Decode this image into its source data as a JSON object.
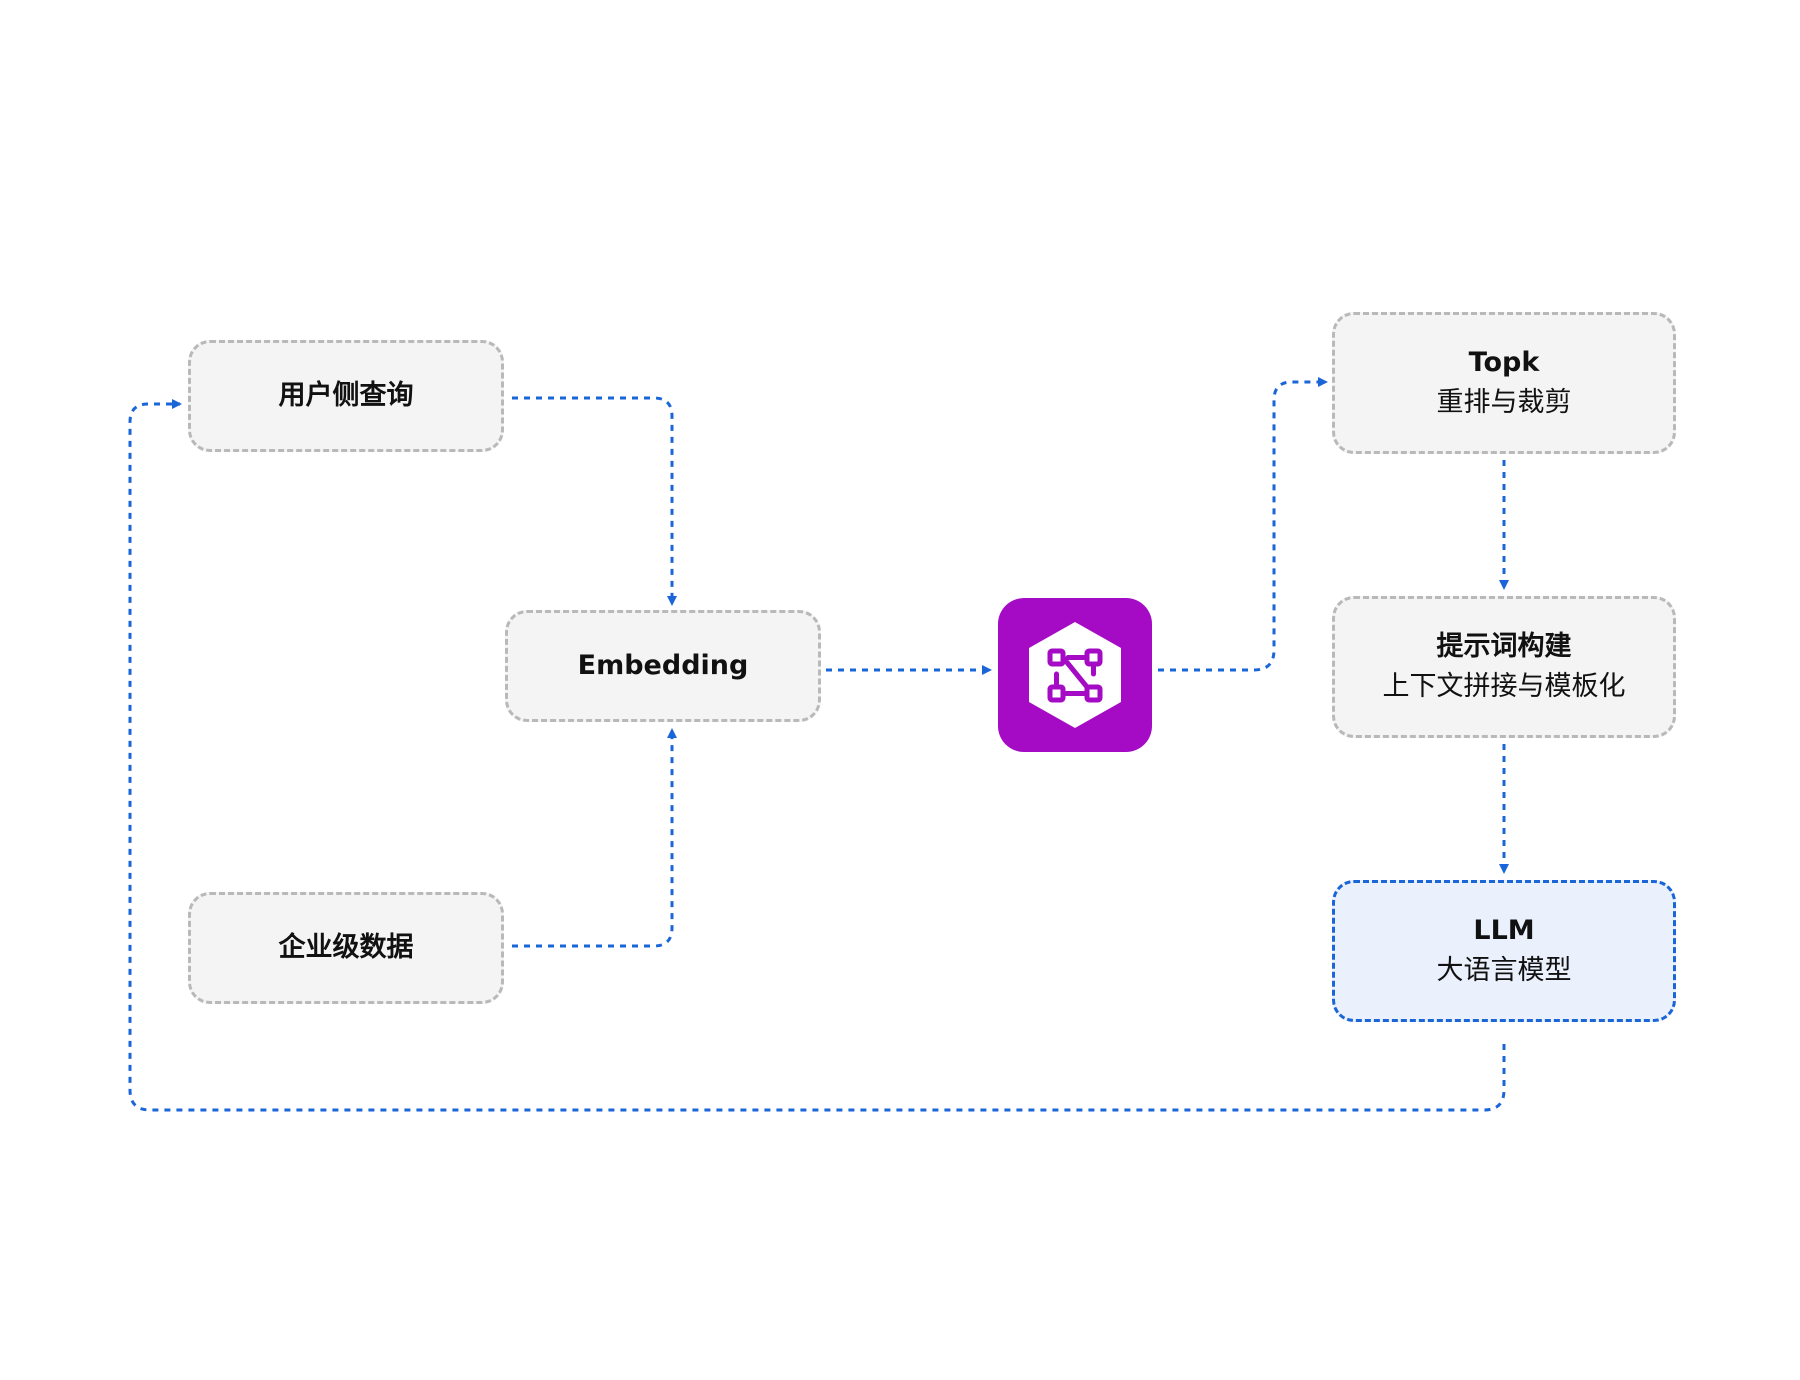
{
  "nodes": {
    "user_query": {
      "label": "用户侧查询"
    },
    "embedding": {
      "label": "Embedding"
    },
    "enterprise_data": {
      "label": "企业级数据"
    },
    "topk": {
      "title": "Topk",
      "subtitle": "重排与裁剪"
    },
    "prompt": {
      "title": "提示词构建",
      "subtitle": "上下文拼接与模板化"
    },
    "llm": {
      "title": "LLM",
      "subtitle": "大语言模型"
    }
  },
  "icons": {
    "vector_db": "vector-database-icon"
  },
  "colors": {
    "connector": "#1a66d9",
    "node_border": "#b9b9b9",
    "node_fill": "#f4f4f5",
    "llm_fill": "#eaf1fd",
    "icon_background": "#a50ac4"
  }
}
